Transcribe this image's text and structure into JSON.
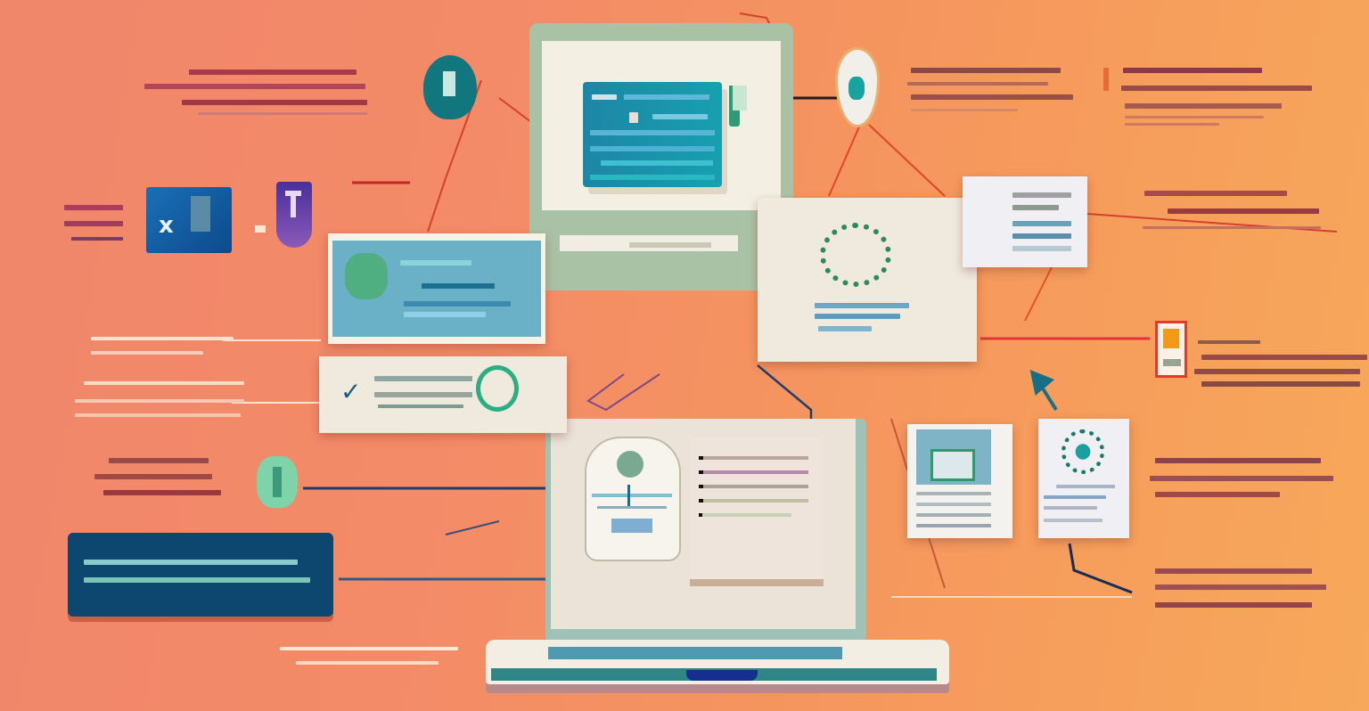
{
  "illustration": {
    "description_note": "AI-generated flat illustration of a desktop computer connected to floating UI cards; all text is illegible pseudo-text rendered as placeholder lines",
    "colors": {
      "background_left": "#f0866a",
      "background_right": "#f7a85a",
      "monitor_frame": "#a9c2a6",
      "screen_panel": "#efe9de",
      "teal_screen": "#1a8fa8",
      "navy_box": "#0d4770",
      "connector_red": "#d5402f",
      "connector_navy": "#243a6a",
      "accent_green": "#2e9a68",
      "icon_blue": "#1560a8",
      "icon_purple": "#6b3fa0"
    },
    "text_blocks": [
      {
        "id": "top-left-caption",
        "lines": 4
      },
      {
        "id": "left-mid-caption",
        "lines": 3
      },
      {
        "id": "left-caption-2",
        "lines": 2
      },
      {
        "id": "left-caption-3",
        "lines": 3
      },
      {
        "id": "left-caption-4",
        "lines": 3
      },
      {
        "id": "navy-box-caption",
        "lines": 2
      },
      {
        "id": "bottom-caption",
        "lines": 2
      },
      {
        "id": "top-right-caption-1",
        "lines": 4
      },
      {
        "id": "top-right-caption-2",
        "lines": 5
      },
      {
        "id": "right-caption-1",
        "lines": 3
      },
      {
        "id": "right-caption-2",
        "lines": 4
      },
      {
        "id": "right-caption-3",
        "lines": 3
      },
      {
        "id": "right-caption-4",
        "lines": 3
      }
    ],
    "icons": [
      "teal-lock-badge-icon",
      "blue-x-app-icon",
      "purple-shield-icon",
      "teal-shield-badge-icon",
      "green-gear-icon",
      "green-check-icon",
      "green-hexagon-icon",
      "thumbs-up-icon",
      "green-pill-icon",
      "orange-alert-icon",
      "teal-globe-icon",
      "arrow-cursor-icon"
    ]
  }
}
